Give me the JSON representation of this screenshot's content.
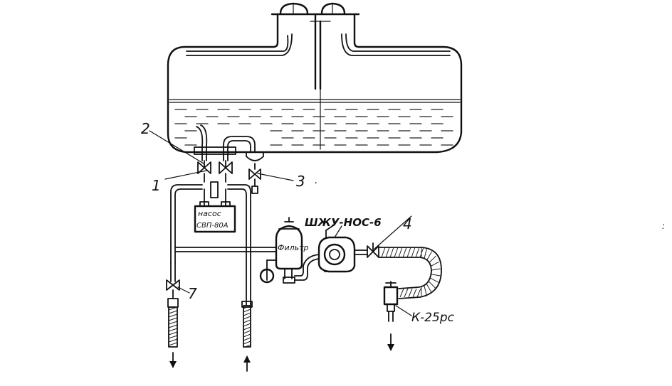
{
  "labels": {
    "valve_1": "1",
    "valve_2": "2",
    "valve_3": "3",
    "valve_4": "4",
    "valve_7": "7",
    "pump_box_line1": "насос",
    "pump_box_line2": "СВП-80А",
    "filter": "Фильтр",
    "pump_unit": "ШЖУ-НОС-6",
    "tap": "К-25рс"
  }
}
